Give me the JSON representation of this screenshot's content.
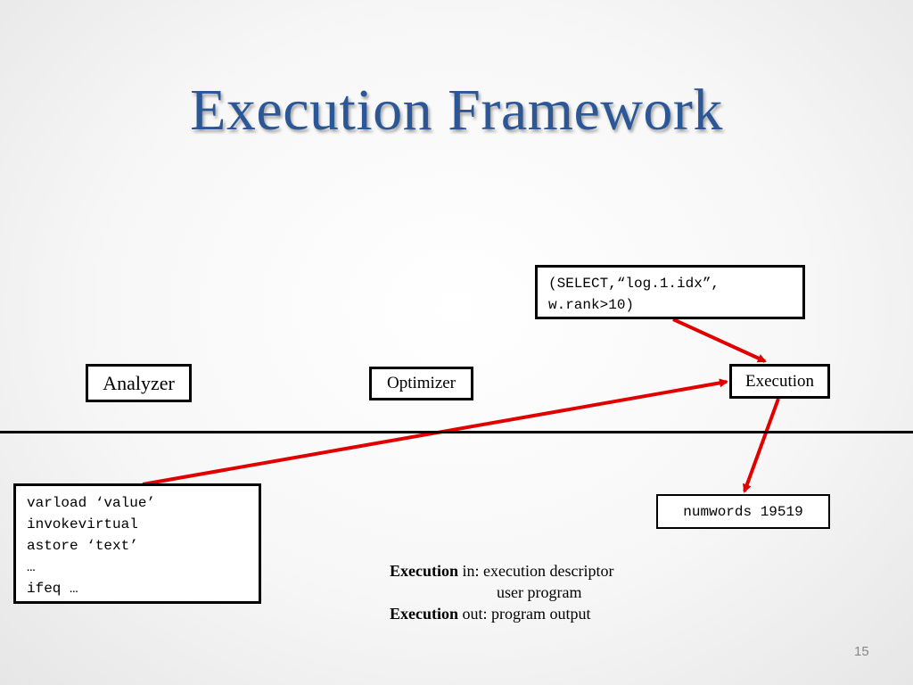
{
  "slide": {
    "title": "Execution Framework",
    "page_number": "15"
  },
  "nodes": {
    "analyzer": "Analyzer",
    "optimizer": "Optimizer",
    "execution": "Execution",
    "select_box": [
      "(SELECT,“log.1.idx”,",
      "w.rank>10)"
    ],
    "program_box": [
      "varload ‘value’",
      "invokevirtual",
      "astore ‘text’",
      "…",
      "ifeq …"
    ],
    "output_box": "numwords 19519"
  },
  "notes": {
    "line1_bold": "Execution",
    "line1_rest": " in: execution descriptor",
    "line2": "user program",
    "line3_bold": "Execution",
    "line3_rest": " out: program output"
  },
  "colors": {
    "title": "#2b5797",
    "arrow": "#e00000"
  }
}
